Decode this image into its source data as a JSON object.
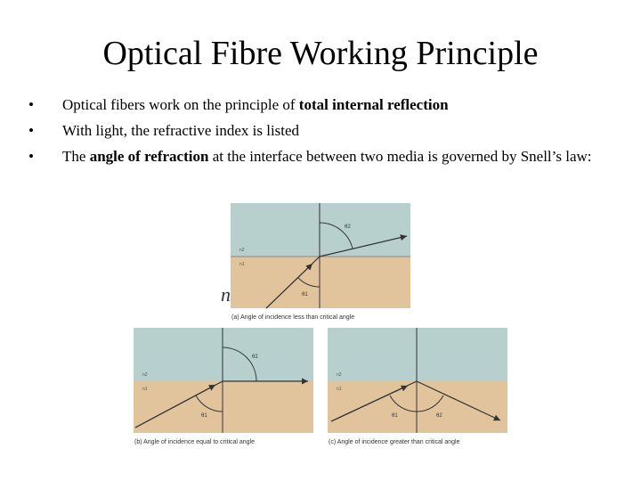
{
  "slide": {
    "title": "Optical Fibre Working Principle",
    "bullets": [
      {
        "pre": "Optical fibers work on the principle of ",
        "bold": "total internal reflection",
        "post": ""
      },
      {
        "pre": "With light, the refractive index is listed",
        "bold": "",
        "post": ""
      },
      {
        "pre": "The ",
        "bold": "angle of refraction",
        "post": " at the interface between two media is governed by Snell’s law:"
      }
    ],
    "equation_fragment": "n"
  },
  "diagrams": {
    "a": {
      "theta2": "θ2",
      "theta1": "θ1",
      "n2": "n2",
      "n1": "n1",
      "caption": "(a) Angle of incidence less than critical angle"
    },
    "b": {
      "theta2": "θ2",
      "theta1": "θ1",
      "n2": "n2",
      "n1": "n1",
      "caption": "(b) Angle of incidence equal to critical angle"
    },
    "c": {
      "theta1": "θ1",
      "theta2": "θ2",
      "n2": "n2",
      "n1": "n1",
      "caption": "(c) Angle of incidence greater than critical angle"
    }
  },
  "colors": {
    "upper_medium": "#b7cfcd",
    "lower_medium": "#e2c49c",
    "ray": "#333333"
  }
}
